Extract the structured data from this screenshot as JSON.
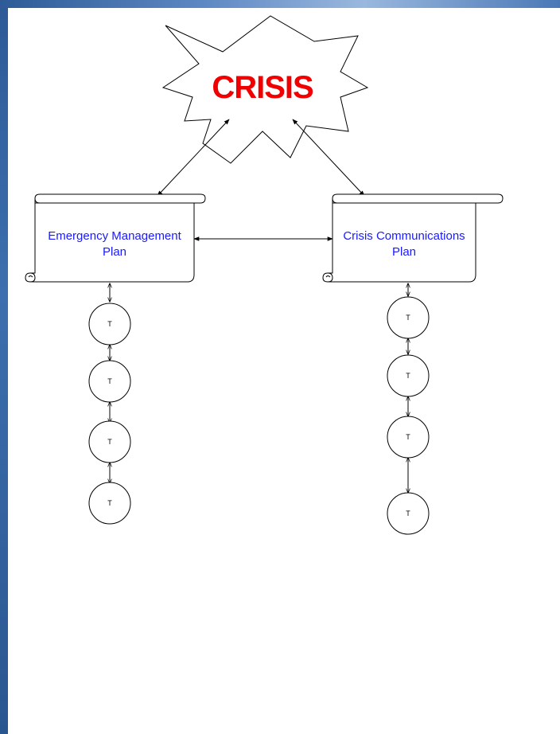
{
  "crisis": {
    "label": "CRISIS"
  },
  "plans": {
    "left": {
      "label": "Emergency Management Plan",
      "line1": "Emergency Management",
      "line2": "Plan"
    },
    "right": {
      "label": "Crisis Communications Plan",
      "line1": "Crisis Communications",
      "line2": "Plan"
    }
  },
  "task_nodes": {
    "left": [
      "T",
      "T",
      "T",
      "T"
    ],
    "right": [
      "T",
      "T",
      "T",
      "T"
    ]
  },
  "colors": {
    "crisis_text": "#f00000",
    "plan_text": "#1a1aff",
    "slide_background": "#3d6fae"
  }
}
